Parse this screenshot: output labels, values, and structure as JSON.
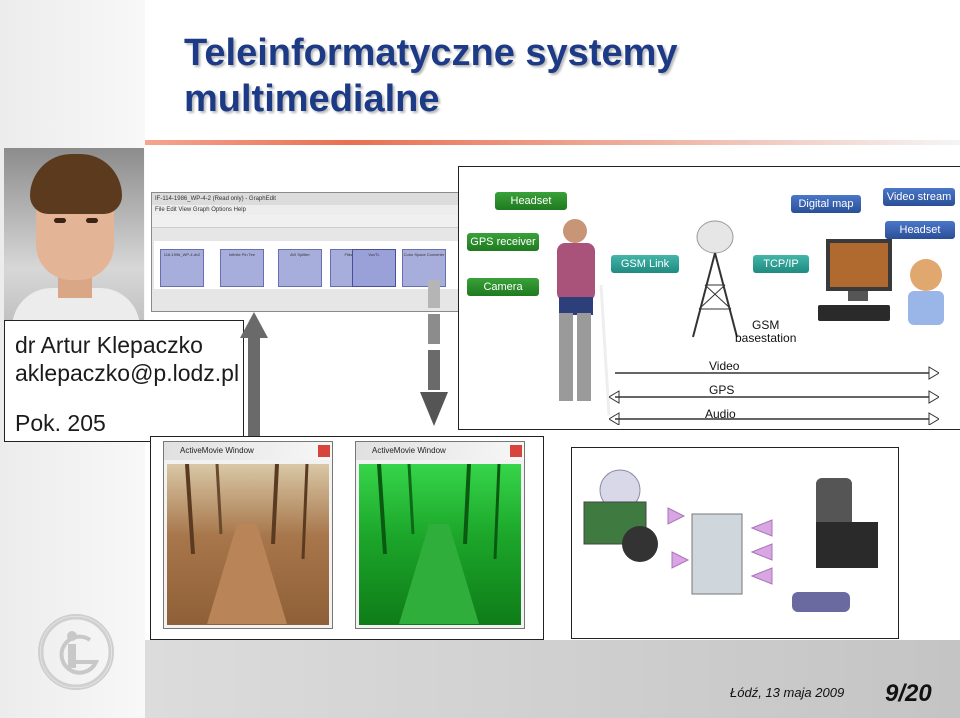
{
  "slide": {
    "title_line1": "Teleinformatyczne systemy",
    "title_line2": "multimedialne"
  },
  "contact": {
    "name": "dr Artur Klepaczko",
    "email": "aklepaczko@p.lodz.pl",
    "room": "Pok. 205"
  },
  "software_window": {
    "title": "IF-114-1986_WP-4-2 (Read only) - GraphEdit",
    "menu": "File  Edit  View  Graph  Options  Help",
    "blocks": [
      "116-1996_WP-4.dv2",
      "Infinite Pin Tee",
      "AVI Splitter",
      "Ffdshow",
      "VoxTL",
      "Color Space Converter"
    ]
  },
  "diagram": {
    "labels": {
      "headset_top": "Headset",
      "gps_receiver": "GPS receiver",
      "camera": "Camera",
      "gsm_link": "GSM Link",
      "tcp_ip": "TCP/IP",
      "digital_map": "Digital map",
      "video_stream": "Video stream",
      "headset_right": "Headset",
      "gsm_base": "GSM\nbasestation",
      "video": "Video",
      "gps": "GPS",
      "audio": "Audio"
    }
  },
  "video_windows": {
    "left_title": "ActiveMovie Window",
    "right_title": "ActiveMovie Window"
  },
  "footer": {
    "date": "Łódź, 13 maja 2009",
    "page": "9/20"
  },
  "colors": {
    "title": "#1d3a86",
    "green_pill": "#2e8b2e",
    "blue_pill": "#3b62b0",
    "teal_pill": "#2fa195"
  }
}
